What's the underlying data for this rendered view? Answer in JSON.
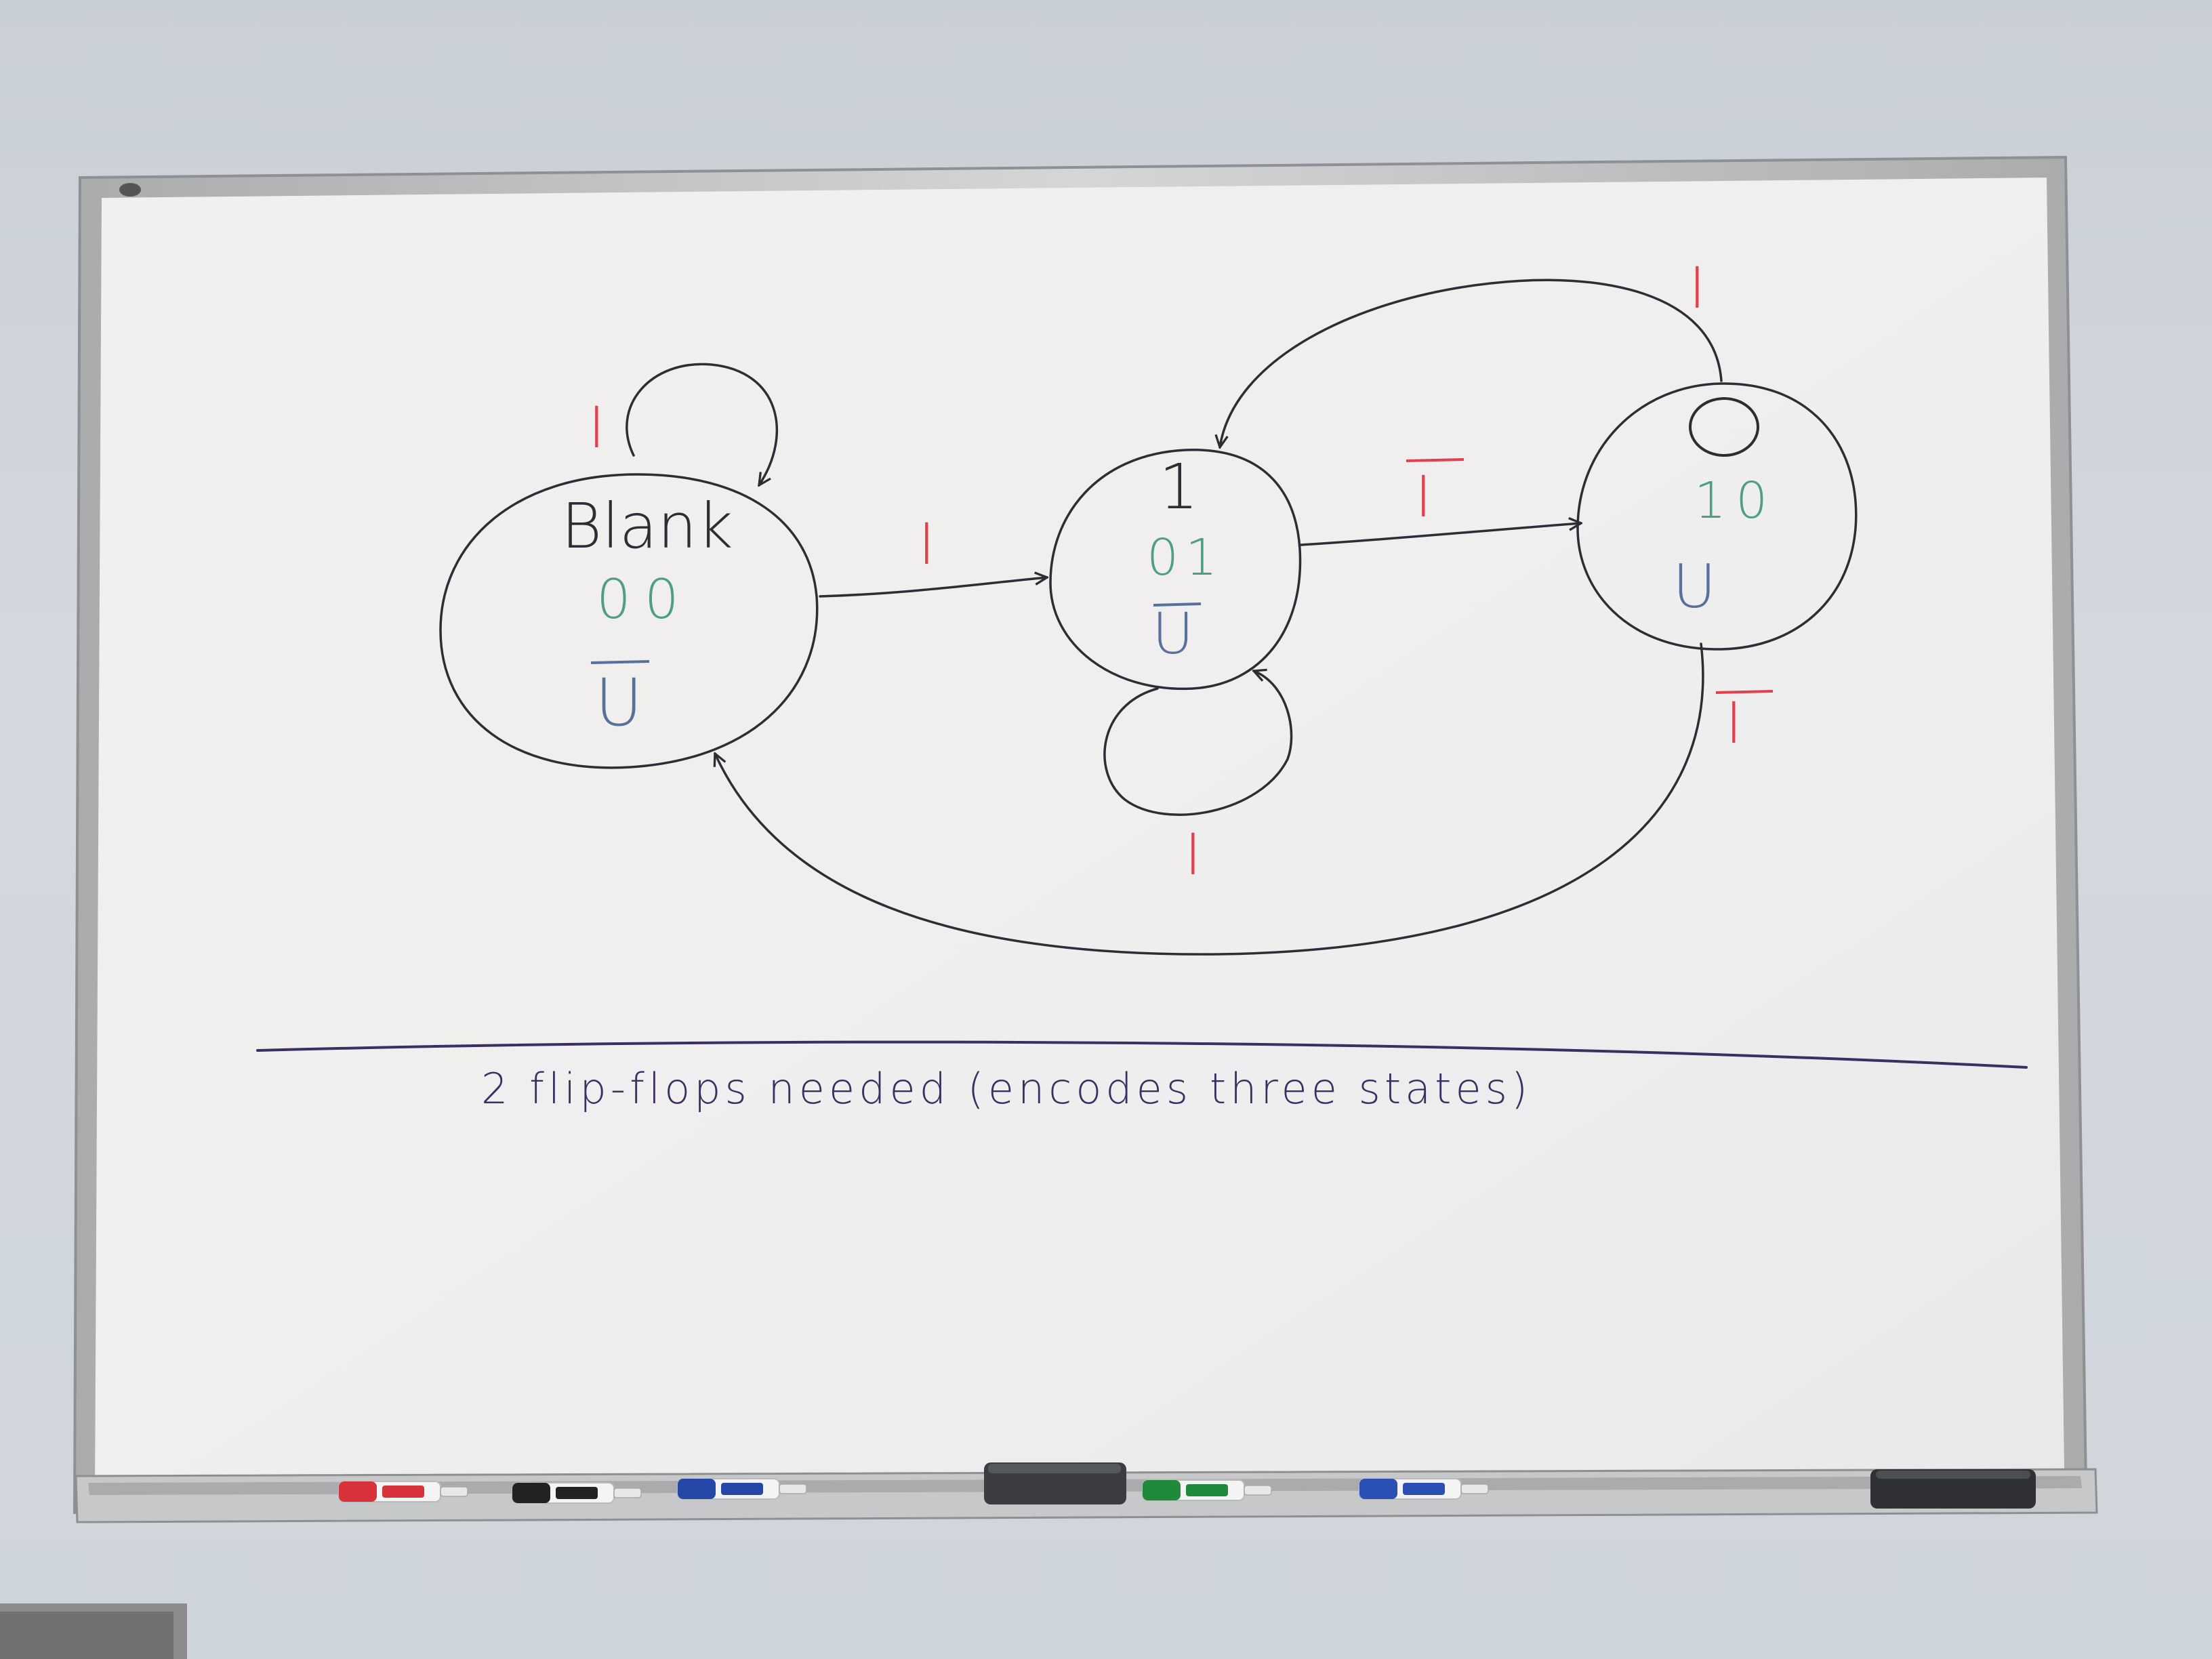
{
  "board": {
    "frame_color": "#b9bbbd",
    "surface_color": "#f1efef",
    "ink_colors": {
      "black": "#2d2d33",
      "green": "#4f9e84",
      "blue": "#58709c",
      "red": "#e0414a",
      "purple": "#3a2f62"
    }
  },
  "diagram": {
    "states": [
      {
        "id": "blank",
        "name": "Blank",
        "code": "00",
        "output": "U",
        "output_overbar": true
      },
      {
        "id": "one",
        "name": "1",
        "code": "01",
        "output": "U",
        "output_overbar": true
      },
      {
        "id": "zero",
        "name_icon": "circle",
        "code": "10",
        "output": "U",
        "output_overbar": false
      }
    ],
    "transitions": [
      {
        "from": "blank",
        "to": "blank",
        "label": "I",
        "label_overbar": false
      },
      {
        "from": "blank",
        "to": "one",
        "label": "I",
        "label_overbar": false
      },
      {
        "from": "one",
        "to": "one",
        "label": "I",
        "label_overbar": false
      },
      {
        "from": "one",
        "to": "zero",
        "label": "I",
        "label_overbar": true
      },
      {
        "from": "zero",
        "to": "one",
        "label": "I",
        "label_overbar": false
      },
      {
        "from": "zero",
        "to": "blank",
        "label": "I",
        "label_overbar": true
      }
    ],
    "note": "2 flip-flops needed (encodes three states)"
  },
  "markers": [
    {
      "color_name": "red",
      "color": "#d8323b"
    },
    {
      "color_name": "black",
      "color": "#222222"
    },
    {
      "color_name": "blue",
      "color": "#2548a8"
    },
    {
      "color_name": "green",
      "color": "#1f8a3a"
    },
    {
      "color_name": "blue",
      "color": "#2a4fb5"
    }
  ]
}
